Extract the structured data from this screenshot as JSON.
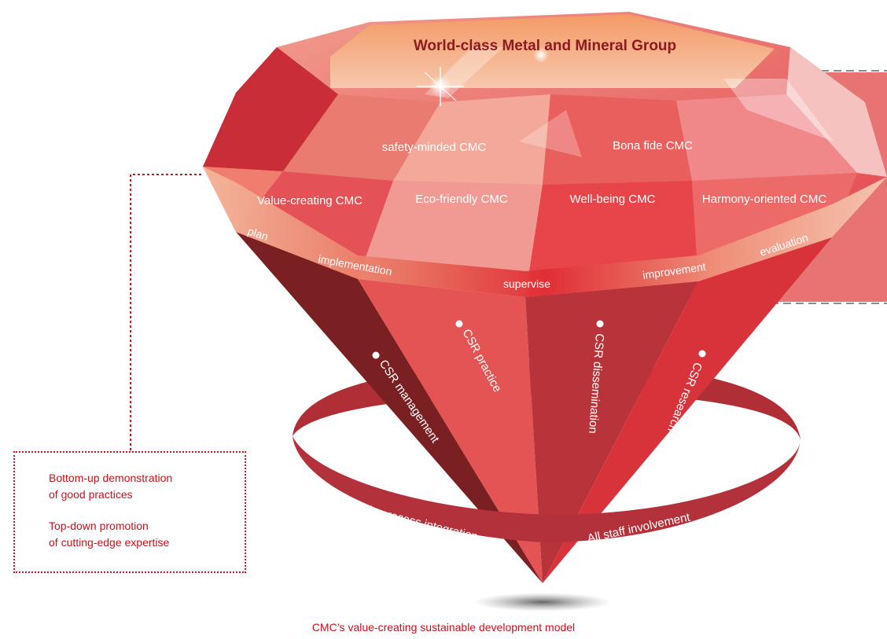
{
  "title": "World-class Metal and Mineral Group",
  "facets_top": [
    "safety-minded CMC",
    "Bona fide CMC"
  ],
  "facets_bottom": [
    "Value-creating CMC",
    "Eco-friendly CMC",
    "Well-being CMC",
    "Harmony-oriented CMC"
  ],
  "cycle_steps": [
    "plan",
    "implementation",
    "supervise",
    "improvement",
    "evaluation"
  ],
  "pillars": [
    "CSR management",
    "CSR practice",
    "CSR dissemination",
    "CSR research"
  ],
  "ring": [
    "Whole process integration",
    "All staff involvement"
  ],
  "callout": {
    "line1": "Bottom-up demonstration",
    "line2": "of good practices",
    "line3": "Top-down promotion",
    "line4": "of cutting-edge expertise"
  },
  "caption": "CMC’s value-creating sustainable development model",
  "colors": {
    "red": "#d0121f",
    "gem_main": "#e14a4c",
    "gem_dark": "#7a1f22",
    "gem_mid": "#b8343a",
    "crown_top": "#f08a5d"
  }
}
